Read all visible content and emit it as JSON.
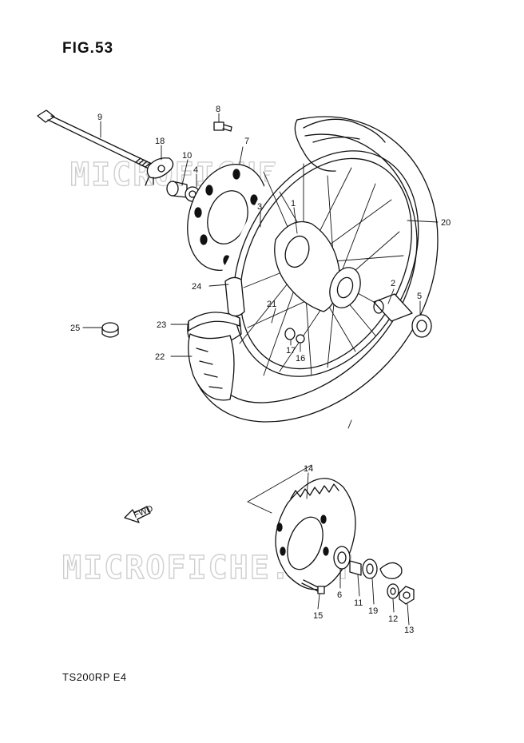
{
  "figure": {
    "title": "FIG.53",
    "model": "TS200RP  E4",
    "watermark": "MICROFICHE.NET",
    "fwd_label": "FWD"
  },
  "parts": [
    {
      "id": "1",
      "label": "1"
    },
    {
      "id": "2",
      "label": "2"
    },
    {
      "id": "3",
      "label": "3"
    },
    {
      "id": "4",
      "label": "4"
    },
    {
      "id": "5",
      "label": "5"
    },
    {
      "id": "6",
      "label": "6"
    },
    {
      "id": "7",
      "label": "7"
    },
    {
      "id": "8",
      "label": "8"
    },
    {
      "id": "9",
      "label": "9"
    },
    {
      "id": "10",
      "label": "10"
    },
    {
      "id": "11",
      "label": "11"
    },
    {
      "id": "12",
      "label": "12"
    },
    {
      "id": "13",
      "label": "13"
    },
    {
      "id": "14",
      "label": "14"
    },
    {
      "id": "15",
      "label": "15"
    },
    {
      "id": "16",
      "label": "16"
    },
    {
      "id": "17",
      "label": "17"
    },
    {
      "id": "18",
      "label": "18"
    },
    {
      "id": "19",
      "label": "19"
    },
    {
      "id": "20",
      "label": "20"
    },
    {
      "id": "21",
      "label": "21"
    },
    {
      "id": "22",
      "label": "22"
    },
    {
      "id": "23",
      "label": "23"
    },
    {
      "id": "24",
      "label": "24"
    },
    {
      "id": "25",
      "label": "25"
    }
  ]
}
